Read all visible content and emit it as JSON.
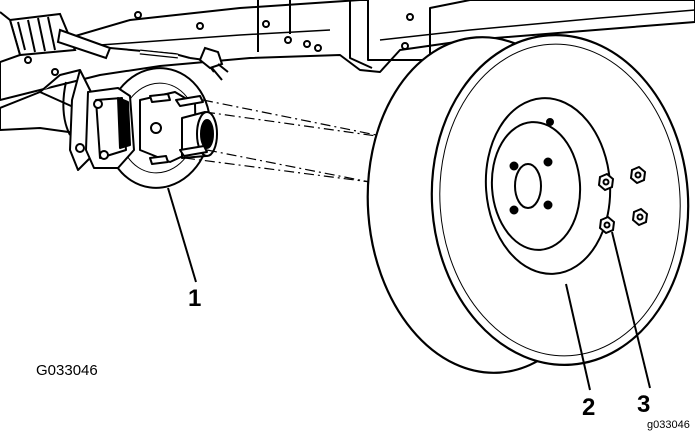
{
  "figure": {
    "id_label": "G033046",
    "corner_code": "g033046"
  },
  "callouts": [
    {
      "number": "1",
      "part": "brake-rotor-and-hub"
    },
    {
      "number": "2",
      "part": "wheel"
    },
    {
      "number": "3",
      "part": "lug-nut"
    }
  ],
  "colors": {
    "line": "#000000",
    "fill": "#ffffff",
    "shade": "#d9d9d9"
  }
}
